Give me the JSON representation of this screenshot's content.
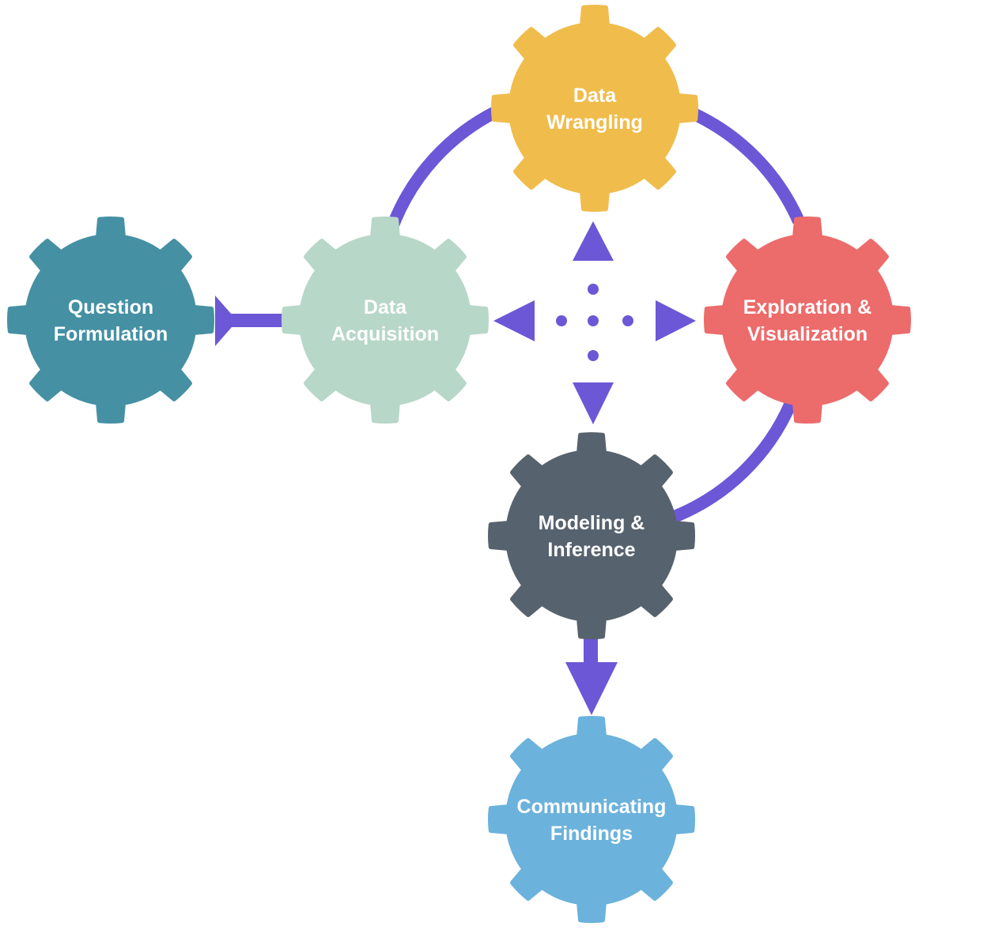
{
  "diagram": {
    "connector_color": "#6c57d6",
    "stages": [
      {
        "id": "question-formulation",
        "lines": [
          "Question",
          "Formulation"
        ],
        "color": "#4590a3"
      },
      {
        "id": "data-acquisition",
        "lines": [
          "Data",
          "Acquisition"
        ],
        "color": "#b7d7c9"
      },
      {
        "id": "data-wrangling",
        "lines": [
          "Data",
          "Wrangling"
        ],
        "color": "#f0bc4c"
      },
      {
        "id": "exploration-visualization",
        "lines": [
          "Exploration &",
          "Visualization"
        ],
        "color": "#ec6b6b"
      },
      {
        "id": "modeling-inference",
        "lines": [
          "Modeling &",
          "Inference"
        ],
        "color": "#56626e"
      },
      {
        "id": "communicating-findings",
        "lines": [
          "Communicating",
          "Findings"
        ],
        "color": "#6bb2dc"
      }
    ]
  }
}
